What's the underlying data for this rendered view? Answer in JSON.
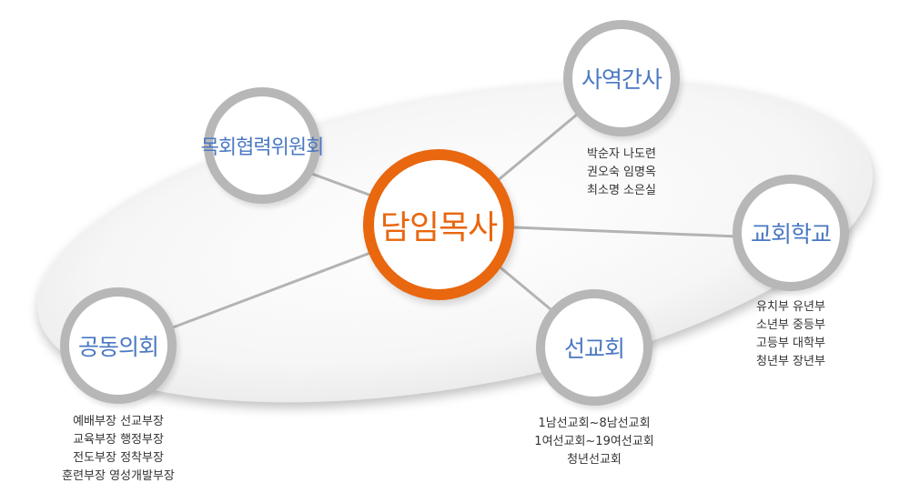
{
  "diagram": {
    "center": {
      "label": "담임목사",
      "accent": "#e8670f"
    },
    "nodes": [
      {
        "id": "pastoral-cooperation-committee",
        "label": "목회협력위원회",
        "members": []
      },
      {
        "id": "ministry-officers",
        "label": "사역간사",
        "members": [
          "박순자 나도련",
          "권오숙 임명옥",
          "최소명 소은실"
        ]
      },
      {
        "id": "church-school",
        "label": "교회학교",
        "members": [
          "유치부 유년부",
          "소년부 중등부",
          "고등부 대학부",
          "청년부 장년부"
        ]
      },
      {
        "id": "mission-groups",
        "label": "선교회",
        "members": [
          "1남선교회~8남선교회",
          "1여선교회~19여선교회",
          "청년선교회"
        ]
      },
      {
        "id": "joint-council",
        "label": "공동의회",
        "members": [
          "예배부장 선교부장",
          "교육부장 행정부장",
          "전도부장 정착부장",
          "훈련부장 영성개발부장"
        ]
      }
    ],
    "colors": {
      "node_ring": "#b7b7b7",
      "node_text": "#4a78c2",
      "connector": "#b3b3b3",
      "ellipse_fill": "#f3f3f3"
    }
  }
}
